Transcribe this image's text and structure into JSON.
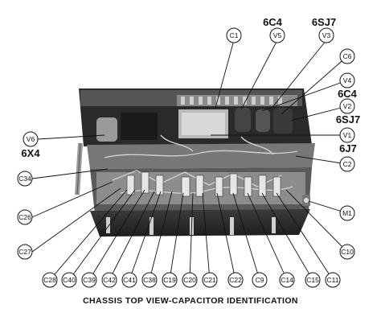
{
  "caption": "CHASSIS TOP VIEW-CAPACITOR IDENTIFICATION",
  "tube_labels": [
    "6C4",
    "6SJ7",
    "6C4",
    "6SJ7",
    "6X4",
    "6J7"
  ],
  "callouts": [
    "C1",
    "V5",
    "V3",
    "C6",
    "V4",
    "V2",
    "V1",
    "V6",
    "C2",
    "C34",
    "C26",
    "C27",
    "M1",
    "C10",
    "C28",
    "C40",
    "C39",
    "C42",
    "C41",
    "C38",
    "C19",
    "C20",
    "C21",
    "C22",
    "C9",
    "C14",
    "C15",
    "C11"
  ]
}
